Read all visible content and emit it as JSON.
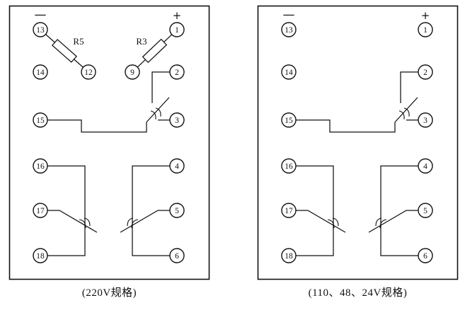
{
  "diagrams": {
    "left": {
      "caption": "(220V规格)",
      "polarity": {
        "minus": "—",
        "plus": "+"
      },
      "resistors": {
        "r5": "R5",
        "r3": "R3"
      },
      "terminals": {
        "t13": "13",
        "t14": "14",
        "t15": "15",
        "t16": "16",
        "t17": "17",
        "t18": "18",
        "t12": "12",
        "t9": "9",
        "t1": "1",
        "t2": "2",
        "t3": "3",
        "t4": "4",
        "t5": "5",
        "t6": "6"
      }
    },
    "right": {
      "caption": "(110、48、24V规格)",
      "polarity": {
        "minus": "—",
        "plus": "+"
      },
      "terminals": {
        "t13": "13",
        "t14": "14",
        "t15": "15",
        "t16": "16",
        "t17": "17",
        "t18": "18",
        "t1": "1",
        "t2": "2",
        "t3": "3",
        "t4": "4",
        "t5": "5",
        "t6": "6"
      }
    }
  }
}
